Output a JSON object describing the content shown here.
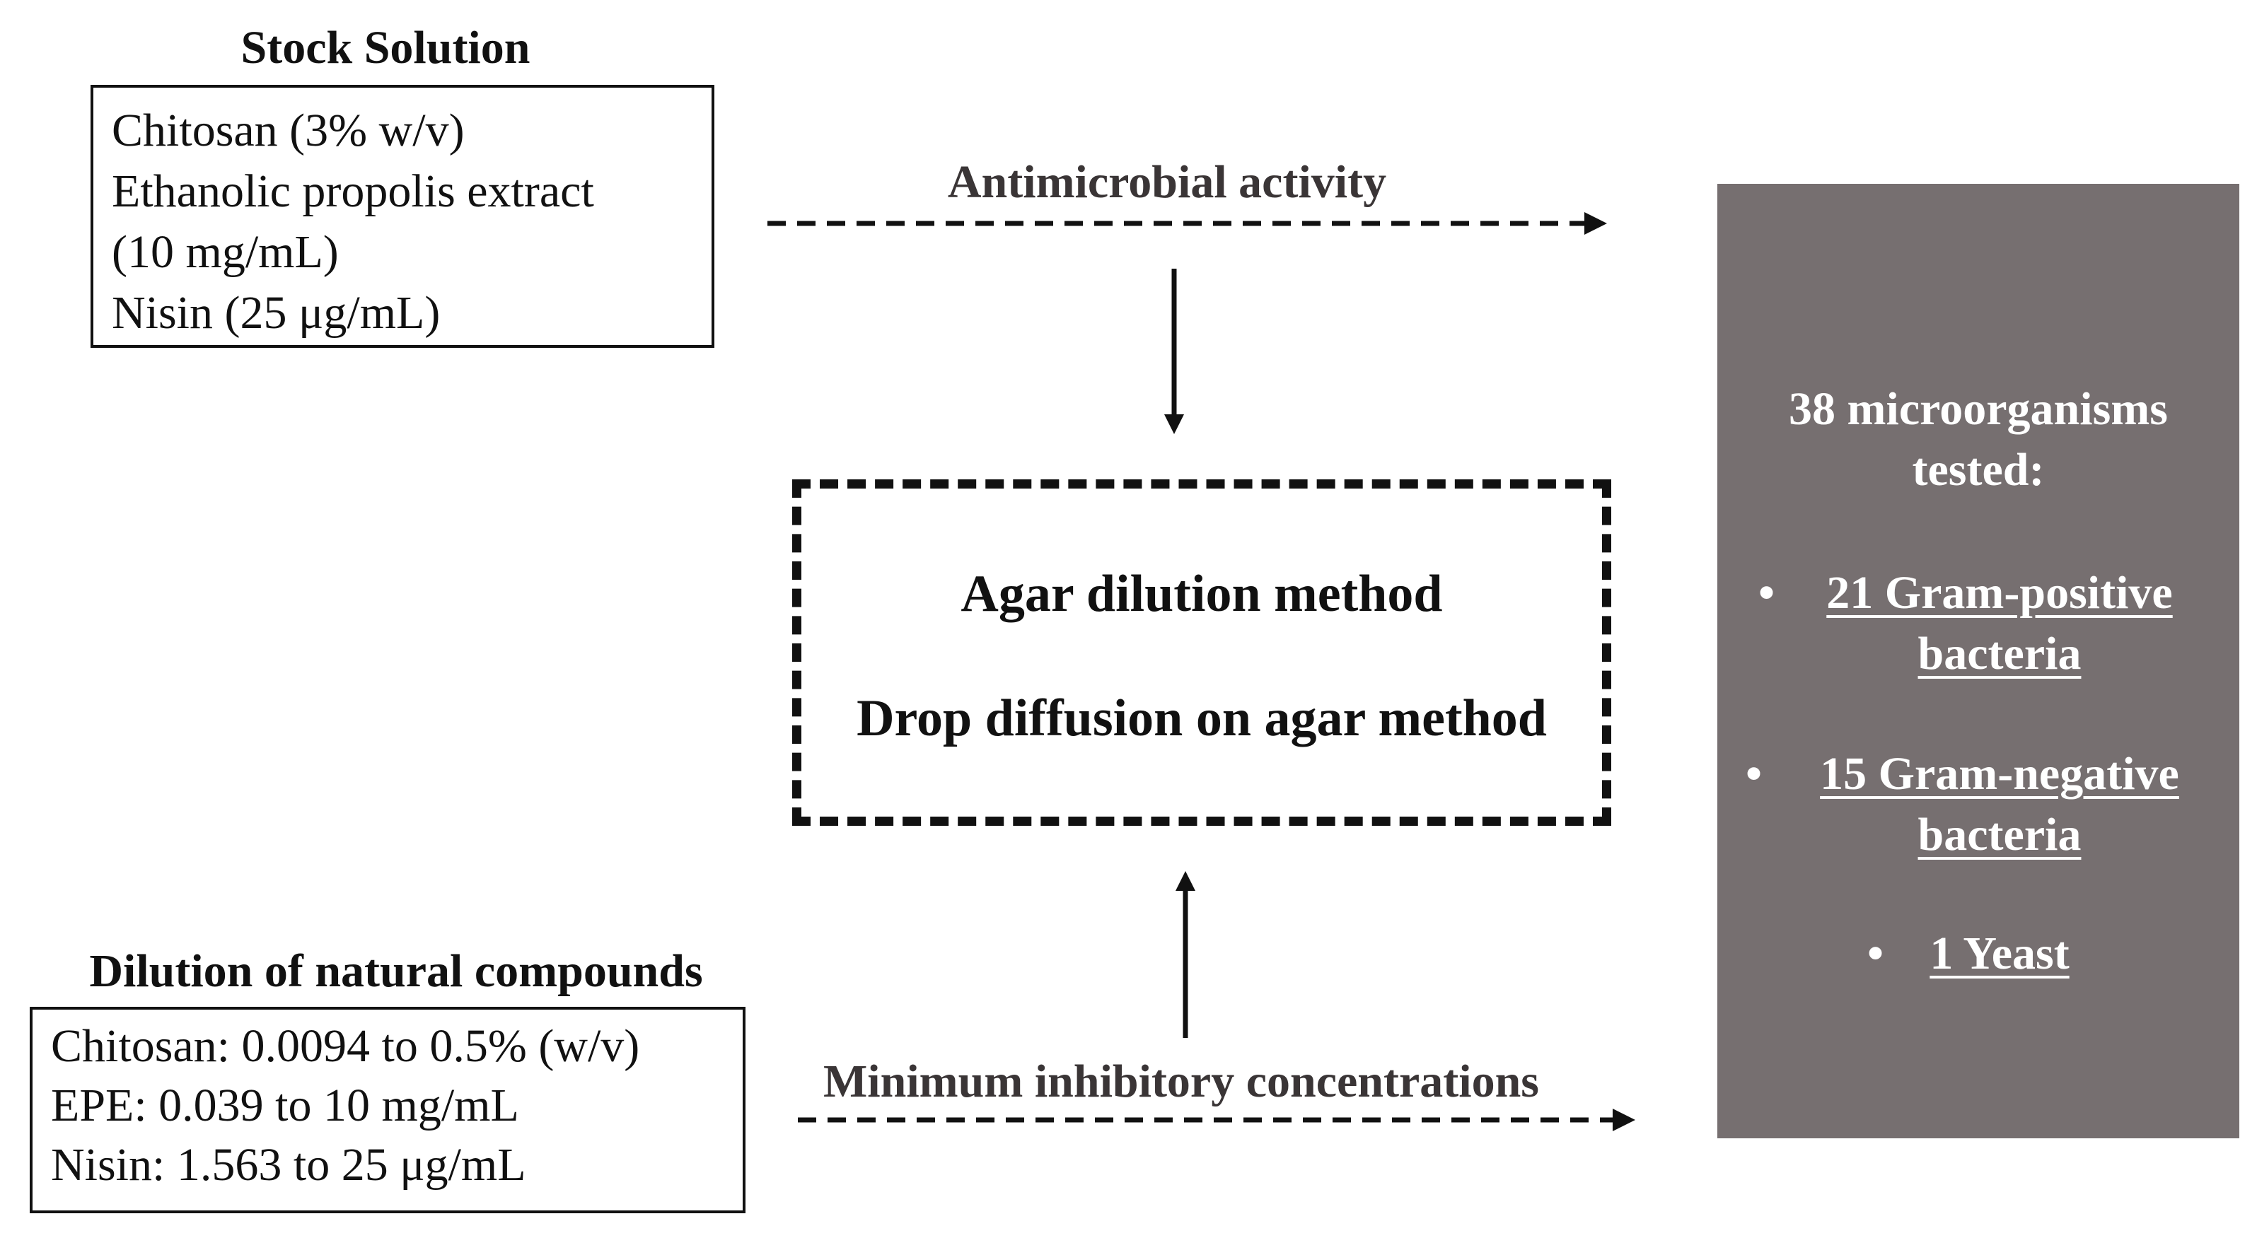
{
  "stock": {
    "title": "Stock Solution",
    "lines": [
      "Chitosan (3% w/v)",
      "Ethanolic propolis extract",
      "(10 mg/mL)",
      "Nisin (25 μg/mL)"
    ]
  },
  "dilution": {
    "title": "Dilution of natural compounds",
    "lines": [
      "Chitosan: 0.0094 to 0.5% (w/v)",
      "EPE: 0.039 to 10 mg/mL",
      "Nisin:  1.563 to 25 μg/mL"
    ]
  },
  "methods": {
    "method_1": "Agar dilution method",
    "method_2": "Drop diffusion on agar method"
  },
  "arrows": {
    "top_label": "Antimicrobial activity",
    "bottom_label": "Minimum inhibitory concentrations"
  },
  "organisms": {
    "heading_line_1": "38 microorganisms",
    "heading_line_2": "tested:",
    "bullet": "•",
    "items": [
      {
        "line_1": "21 Gram-positive",
        "line_2": "bacteria"
      },
      {
        "line_1": "15 Gram-negative",
        "line_2": "bacteria"
      },
      {
        "line_1": "1 Yeast"
      }
    ]
  },
  "colors": {
    "panel_background": "#766f70",
    "panel_text": "#ffffff",
    "arrow_label": "#3a3536",
    "line": "#111111"
  }
}
